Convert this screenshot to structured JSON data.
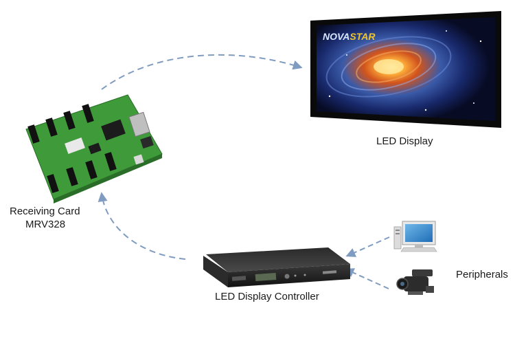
{
  "labels": {
    "led_display": "LED Display",
    "receiving_card_line1": "Receiving Card",
    "receiving_card_line2": "MRV328",
    "controller": "LED Display Controller",
    "peripherals": "Peripherals"
  },
  "display_logo": {
    "brand_part1": "NOVA",
    "brand_part2": "STAR"
  },
  "colors": {
    "arrow": "#7f9bbf",
    "pcb_green": "#3f9a3a",
    "controller_body": "#1b1b1b",
    "screen_bezel": "#0a0a0a"
  }
}
